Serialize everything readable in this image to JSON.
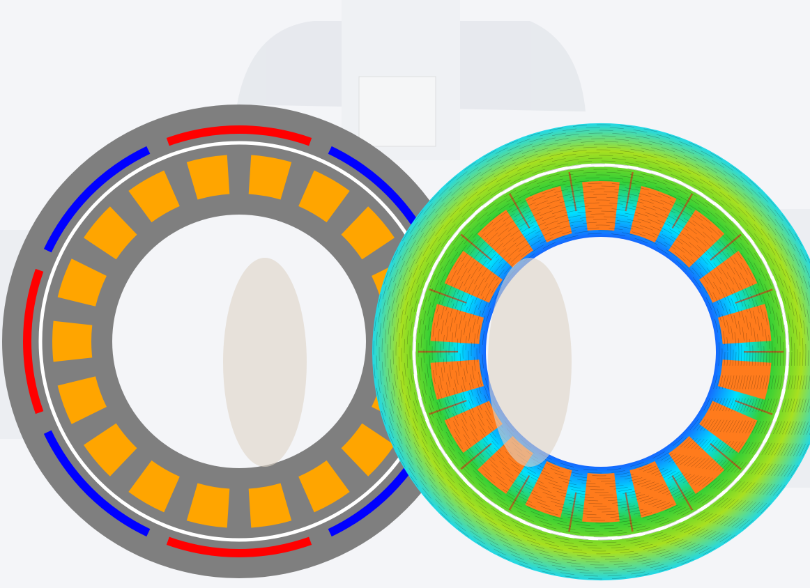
{
  "colors": {
    "background": "#f4f5f8",
    "faded_photo": "#e3e5ea",
    "core_gray": "#7f7f7f",
    "coil_orange": "#ffa500",
    "magnet_red": "#ff0000",
    "magnet_blue": "#0000ff",
    "sim_coil": "#ff7b1c",
    "field_low": "#00ffff",
    "field_mid": "#22cc22",
    "field_high": "#c0401a"
  },
  "left_motor": {
    "slot_count": 18,
    "magnet_segments": [
      "red",
      "blue",
      "red",
      "blue",
      "red",
      "blue",
      "red",
      "blue"
    ]
  },
  "right_motor": {
    "slot_count": 18
  }
}
